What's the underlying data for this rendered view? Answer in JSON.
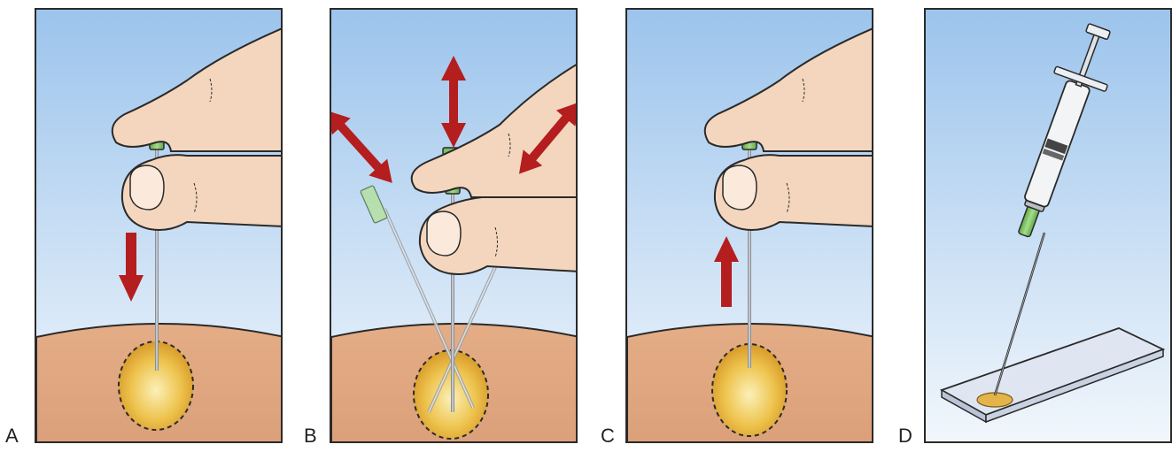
{
  "panels": [
    {
      "id": "A",
      "label": "A"
    },
    {
      "id": "B",
      "label": "B"
    },
    {
      "id": "C",
      "label": "C"
    },
    {
      "id": "D",
      "label": "D"
    }
  ],
  "colors": {
    "sky_top": "#a9cdee",
    "sky_bottom": "#eaf3fb",
    "skin_body": "#e3ab84",
    "skin_hand": "#f3d6bd",
    "lesion": "#e6b13a",
    "needle_hub": "#7cbf63",
    "arrow": "#b41e1e",
    "outline": "#2a2a2a"
  },
  "icons": [
    "hand-icon",
    "needle-icon",
    "arrow-icon",
    "syringe-icon",
    "slide-icon",
    "lesion-icon"
  ]
}
